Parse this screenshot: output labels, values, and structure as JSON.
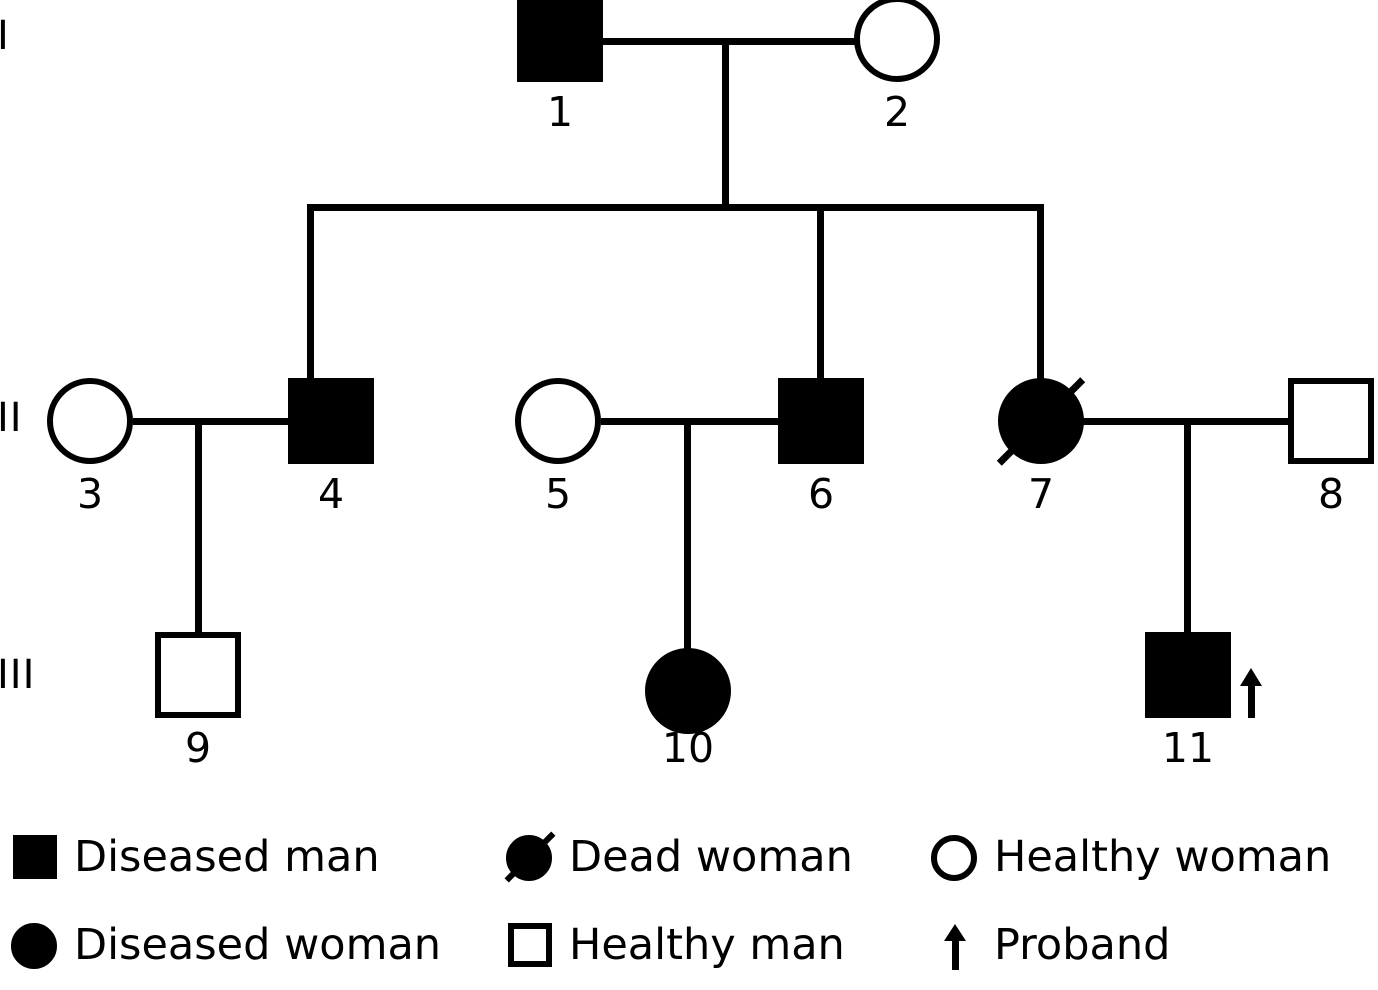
{
  "figure": {
    "type": "pedigree-chart",
    "background_color": "#ffffff",
    "line_color": "#000000"
  },
  "generations": [
    {
      "label": "I"
    },
    {
      "label": "II"
    },
    {
      "label": "III"
    }
  ],
  "individuals": [
    {
      "id": "1",
      "number": "1",
      "generation": "I",
      "sex": "male",
      "shape": "square",
      "fill": "filled",
      "deceased": false,
      "proband": false,
      "meaning": "Diseased man"
    },
    {
      "id": "2",
      "number": "2",
      "generation": "I",
      "sex": "female",
      "shape": "circle",
      "fill": "open",
      "deceased": false,
      "proband": false,
      "meaning": "Healthy woman"
    },
    {
      "id": "3",
      "number": "3",
      "generation": "II",
      "sex": "female",
      "shape": "circle",
      "fill": "open",
      "deceased": false,
      "proband": false,
      "meaning": "Healthy woman"
    },
    {
      "id": "4",
      "number": "4",
      "generation": "II",
      "sex": "male",
      "shape": "square",
      "fill": "filled",
      "deceased": false,
      "proband": false,
      "meaning": "Diseased man"
    },
    {
      "id": "5",
      "number": "5",
      "generation": "II",
      "sex": "female",
      "shape": "circle",
      "fill": "open",
      "deceased": false,
      "proband": false,
      "meaning": "Healthy woman"
    },
    {
      "id": "6",
      "number": "6",
      "generation": "II",
      "sex": "male",
      "shape": "square",
      "fill": "filled",
      "deceased": false,
      "proband": false,
      "meaning": "Diseased man"
    },
    {
      "id": "7",
      "number": "7",
      "generation": "II",
      "sex": "female",
      "shape": "circle",
      "fill": "filled",
      "deceased": true,
      "proband": false,
      "meaning": "Dead woman"
    },
    {
      "id": "8",
      "number": "8",
      "generation": "II",
      "sex": "male",
      "shape": "square",
      "fill": "open",
      "deceased": false,
      "proband": false,
      "meaning": "Healthy man"
    },
    {
      "id": "9",
      "number": "9",
      "generation": "III",
      "sex": "male",
      "shape": "square",
      "fill": "open",
      "deceased": false,
      "proband": false,
      "meaning": "Healthy man"
    },
    {
      "id": "10",
      "number": "10",
      "generation": "III",
      "sex": "female",
      "shape": "circle",
      "fill": "filled",
      "deceased": false,
      "proband": false,
      "meaning": "Diseased woman"
    },
    {
      "id": "11",
      "number": "11",
      "generation": "III",
      "sex": "male",
      "shape": "square",
      "fill": "filled",
      "deceased": false,
      "proband": true,
      "meaning": "Diseased man, proband"
    }
  ],
  "matings": [
    {
      "partners": [
        "1",
        "2"
      ],
      "children": [
        "4",
        "6",
        "7"
      ]
    },
    {
      "partners": [
        "3",
        "4"
      ],
      "children": [
        "9"
      ]
    },
    {
      "partners": [
        "5",
        "6"
      ],
      "children": [
        "10"
      ]
    },
    {
      "partners": [
        "7",
        "8"
      ],
      "children": [
        "11"
      ]
    }
  ],
  "legend": {
    "items": [
      {
        "symbol": "filled-square",
        "label": "Diseased man"
      },
      {
        "symbol": "filled-circle-slashed",
        "label": "Dead woman"
      },
      {
        "symbol": "open-circle",
        "label": "Healthy woman"
      },
      {
        "symbol": "filled-circle",
        "label": "Diseased woman"
      },
      {
        "symbol": "open-square",
        "label": "Healthy man"
      },
      {
        "symbol": "up-arrow",
        "label": "Proband"
      }
    ]
  }
}
